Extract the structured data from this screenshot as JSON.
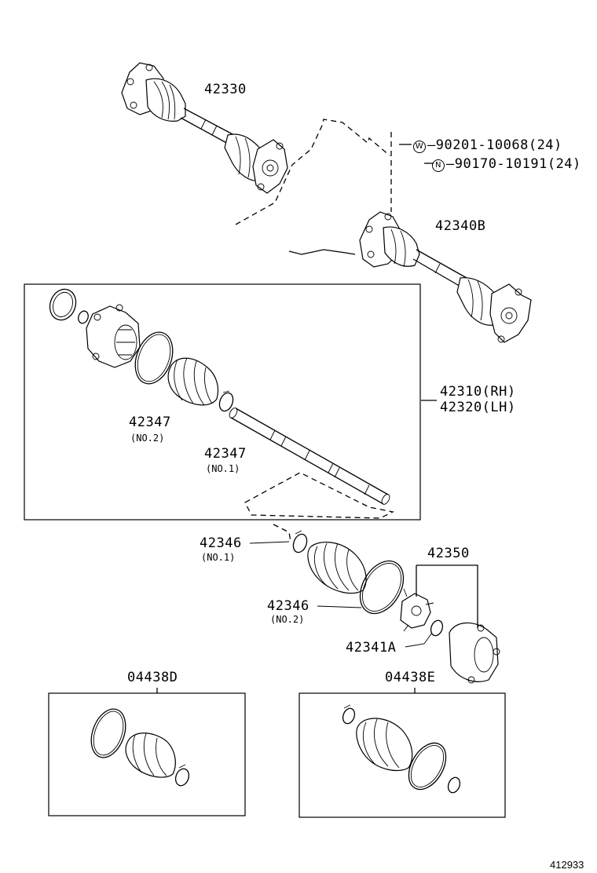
{
  "diagram": {
    "ref_number": "412933",
    "labels": {
      "p42330": "42330",
      "bolt_symbol": "W",
      "bolt_part": "90201-10068(24)",
      "nut_symbol": "N",
      "nut_part": "90170-10191(24)",
      "p42340b": "42340B",
      "p42310": "42310(RH)",
      "p42320": "42320(LH)",
      "p42347a": "42347",
      "p42347a_sub": "(NO.2)",
      "p42347b": "42347",
      "p42347b_sub": "(NO.1)",
      "p42346a": "42346",
      "p42346a_sub": "(NO.1)",
      "p42346b": "42346",
      "p42346b_sub": "(NO.2)",
      "p42350": "42350",
      "p42341a": "42341A",
      "p04438d": "04438D",
      "p04438e": "04438E"
    }
  }
}
